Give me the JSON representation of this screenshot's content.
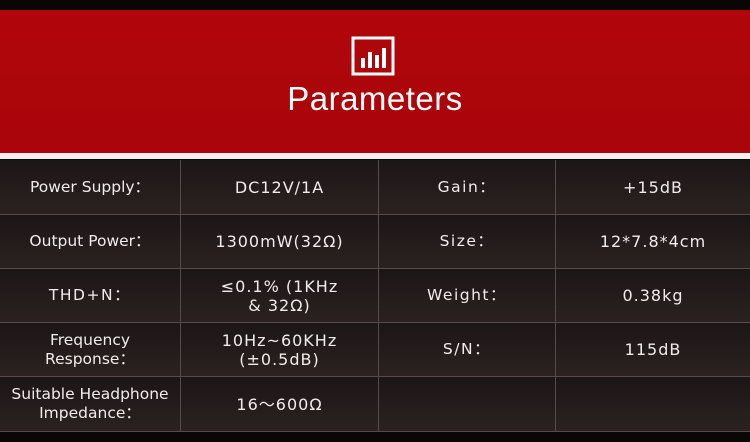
{
  "banner": {
    "title": "Parameters",
    "icon": "bar-chart-icon",
    "background_color": "#b1060b"
  },
  "table": {
    "rows": [
      {
        "label1": [
          "Power Supply："
        ],
        "value1": [
          "DC12V/1A"
        ],
        "label2": [
          "Gain："
        ],
        "value2": [
          "+15dB"
        ]
      },
      {
        "label1": [
          "Output Power："
        ],
        "value1": [
          "1300mW(32Ω)"
        ],
        "label2": [
          "Size："
        ],
        "value2": [
          "12*7.8*4cm"
        ]
      },
      {
        "label1": [
          "THD+N："
        ],
        "value1": [
          "≤0.1%  (1KHz",
          "& 32Ω)"
        ],
        "label2": [
          "Weight："
        ],
        "value2": [
          "0.38kg"
        ]
      },
      {
        "label1": [
          "Frequency",
          "Response："
        ],
        "value1": [
          "10Hz~60KHz",
          "(±0.5dB)"
        ],
        "label2": [
          "S/N："
        ],
        "value2": [
          "115dB"
        ]
      },
      {
        "label1": [
          "Suitable Headphone",
          "Impedance："
        ],
        "value1": [
          "16～600Ω"
        ],
        "label2": [
          ""
        ],
        "value2": [
          ""
        ]
      }
    ]
  }
}
